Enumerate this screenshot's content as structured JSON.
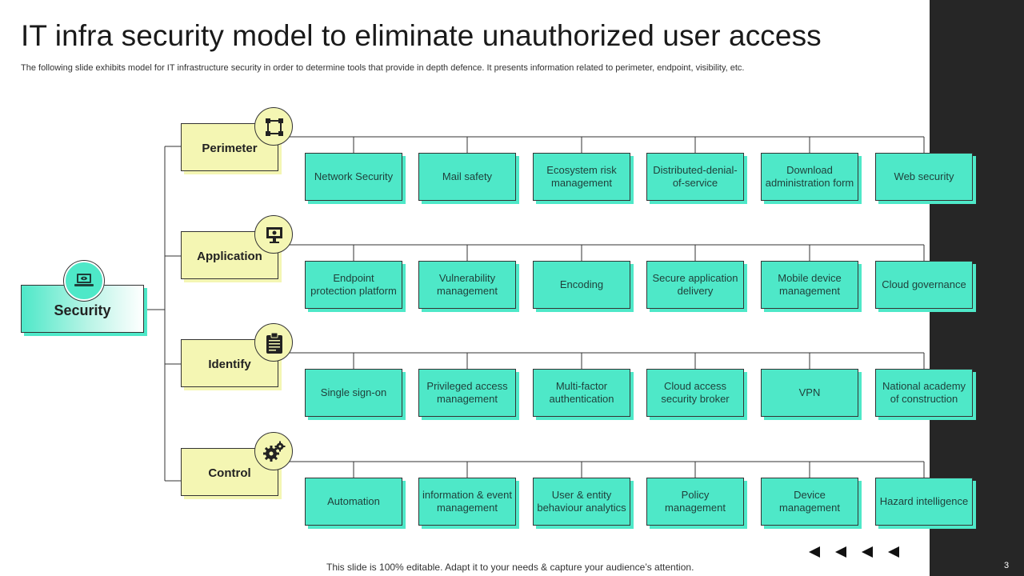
{
  "title": "IT infra security model to eliminate unauthorized user access",
  "subtitle": "The following slide exhibits model for IT infrastructure security in order to  determine tools that provide in depth defence. It presents information related to perimeter, endpoint, visibility, etc.",
  "root": {
    "label": "Security",
    "icon": "laptop-icon"
  },
  "categories": [
    {
      "label": "Perimeter",
      "icon": "frame-icon",
      "items": [
        "Network Security",
        "Mail safety",
        "Ecosystem risk management",
        "Distributed-denial-of-service",
        "Download administration form",
        "Web security"
      ]
    },
    {
      "label": "Application",
      "icon": "monitor-icon",
      "items": [
        "Endpoint protection platform",
        "Vulnerability management",
        "Encoding",
        "Secure application delivery",
        "Mobile device management",
        "Cloud governance"
      ]
    },
    {
      "label": "Identify",
      "icon": "clipboard-icon",
      "items": [
        "Single sign-on",
        "Privileged access management",
        "Multi-factor authentication",
        "Cloud access security broker",
        "VPN",
        "National academy of construction"
      ]
    },
    {
      "label": "Control",
      "icon": "gears-icon",
      "items": [
        "Automation",
        "information & event management",
        "User & entity behaviour  analytics",
        "Policy management",
        "Device management",
        "Hazard intelligence"
      ]
    }
  ],
  "footer": "This slide is 100% editable. Adapt it to your needs & capture your audience’s attention.",
  "page_number": "3",
  "colors": {
    "accent": "#4ee8c8",
    "category": "#f4f6b3",
    "sidebar": "#262626"
  }
}
